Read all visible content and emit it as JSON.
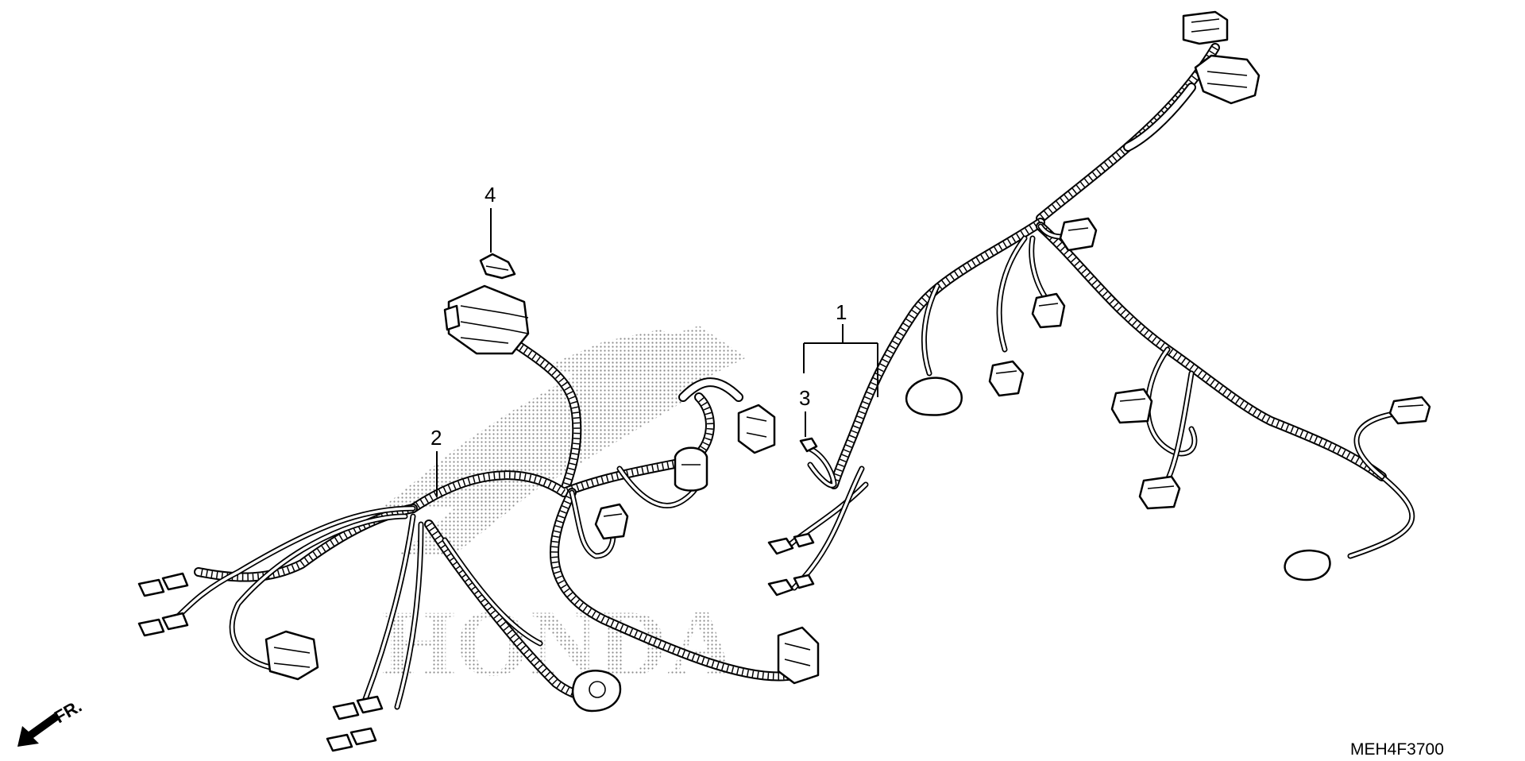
{
  "diagram": {
    "callouts": [
      {
        "id": "1",
        "label": "1"
      },
      {
        "id": "2",
        "label": "2"
      },
      {
        "id": "3",
        "label": "3"
      },
      {
        "id": "4",
        "label": "4"
      }
    ],
    "watermark_text": "HONDA",
    "direction_label": "FR.",
    "drawing_code": "MEH4F3700",
    "colors": {
      "line": "#000000",
      "background": "#ffffff",
      "watermark": "#9a9a9a"
    }
  }
}
